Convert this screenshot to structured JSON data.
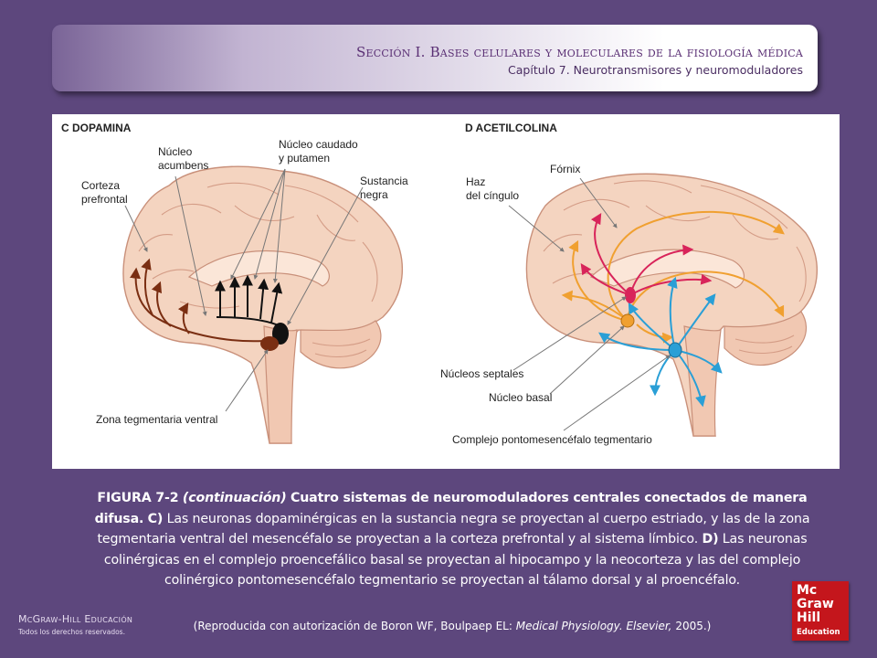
{
  "header": {
    "title": "Sección I.  Bases celulares y moleculares de la fisiología médica",
    "subtitle": "Capítulo 7.  Neurotransmisores y neuromoduladores"
  },
  "figure": {
    "panel_c": {
      "title": "C  DOPAMINA",
      "labels": {
        "nucleus_accumbens_1": "Núcleo",
        "nucleus_accumbens_2": "acumbens",
        "caudate_1": "Núcleo caudado",
        "caudate_2": "y putamen",
        "prefrontal_1": "Corteza",
        "prefrontal_2": "prefrontal",
        "substantia_1": "Sustancia",
        "substantia_2": "negra",
        "vta": "Zona tegmentaria ventral"
      }
    },
    "panel_d": {
      "title": "D  ACETILCOLINA",
      "labels": {
        "cingulum_1": "Haz",
        "cingulum_2": "del cíngulo",
        "fornix": "Fórnix",
        "septal": "Núcleos septales",
        "basal": "Núcleo basal",
        "ponto": "Complejo pontomesencéfalo tegmentario"
      }
    },
    "colors": {
      "brain_fill": "#f4d4c0",
      "brain_stroke": "#c9907a",
      "dopamine_black": "#111111",
      "dopamine_brown": "#7a2e12",
      "ach_orange": "#f0a030",
      "ach_red": "#d8245a",
      "ach_blue": "#2a9fd6"
    }
  },
  "caption": {
    "fig_label": "FIGURA 7-2",
    "continuation": "(continuación)",
    "title_bold": "Cuatro sistemas de neuromoduladores centrales conectados de manera difusa.",
    "c_label": "C)",
    "c_text": "Las neuronas dopaminérgicas en la sustancia negra se proyectan al cuerpo estriado, y las de la zona tegmentaria ventral del mesencéfalo se proyectan a la corteza prefrontal y al sistema límbico.",
    "d_label": "D)",
    "d_text": "Las neuronas colinérgicas en el complejo proencefálico basal se proyectan al hipocampo y la neocorteza y las del complejo colinérgico pontomesencéfalo tegmentario se proyectan al tálamo dorsal y al proencéfalo.",
    "ref_prefix": "(Reproducida con  autorización de Boron WF, Boulpaep EL:",
    "ref_italic": "Medical Physiology. Elsevier,",
    "ref_suffix": "2005.)"
  },
  "footer": {
    "brand": "McGraw-Hill Educación",
    "rights": "Todos los derechos reservados."
  },
  "logo": {
    "line1": "Mc",
    "line2": "Graw",
    "line3": "Hill",
    "line4": "Education"
  }
}
